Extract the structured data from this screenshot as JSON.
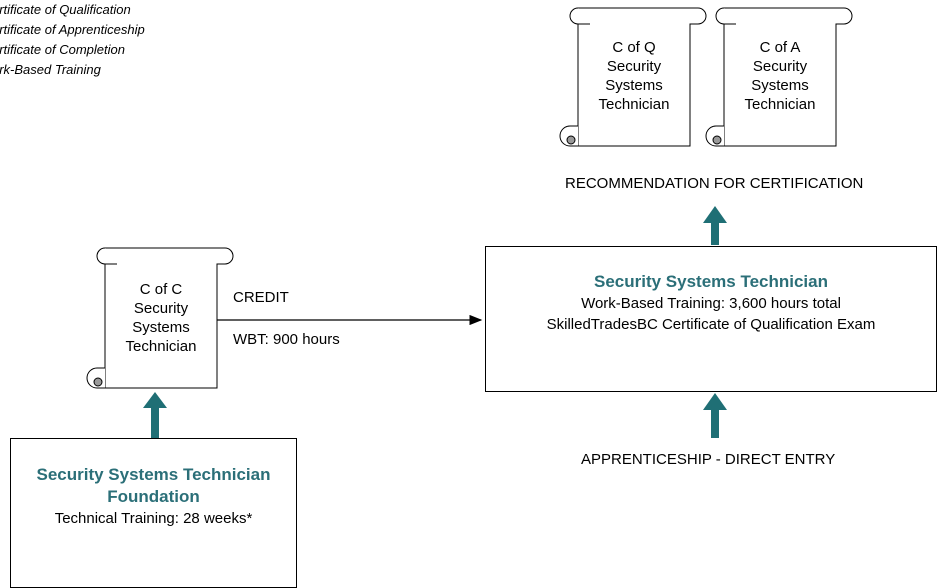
{
  "legend": [
    "ertificate of Qualification",
    "ertificate of Apprenticeship",
    "ertificate of Completion",
    "ork-Based Training"
  ],
  "certificates": {
    "cofq": [
      "C of Q",
      "Security",
      "Systems",
      "Technician"
    ],
    "cofa": [
      "C of A",
      "Security",
      "Systems",
      "Technician"
    ],
    "cofc": [
      "C of C",
      "Security",
      "Systems",
      "Technician"
    ]
  },
  "recommendation_label": "RECOMMENDATION FOR CERTIFICATION",
  "credit_label": "CREDIT",
  "wbt_label": "WBT:  900 hours",
  "main_box": {
    "title": "Security Systems Technician",
    "line1": "Work-Based Training:  3,600 hours total",
    "line2": "SkilledTradesBC Certificate of Qualification Exam"
  },
  "foundation_box": {
    "title_line1": "Security Systems Technician",
    "title_line2": "Foundation",
    "line1": "Technical Training:  28 weeks*"
  },
  "direct_entry_label": "APPRENTICESHIP - DIRECT ENTRY",
  "colors": {
    "arrow": "#1f6f75",
    "title": "#2b6f78"
  }
}
